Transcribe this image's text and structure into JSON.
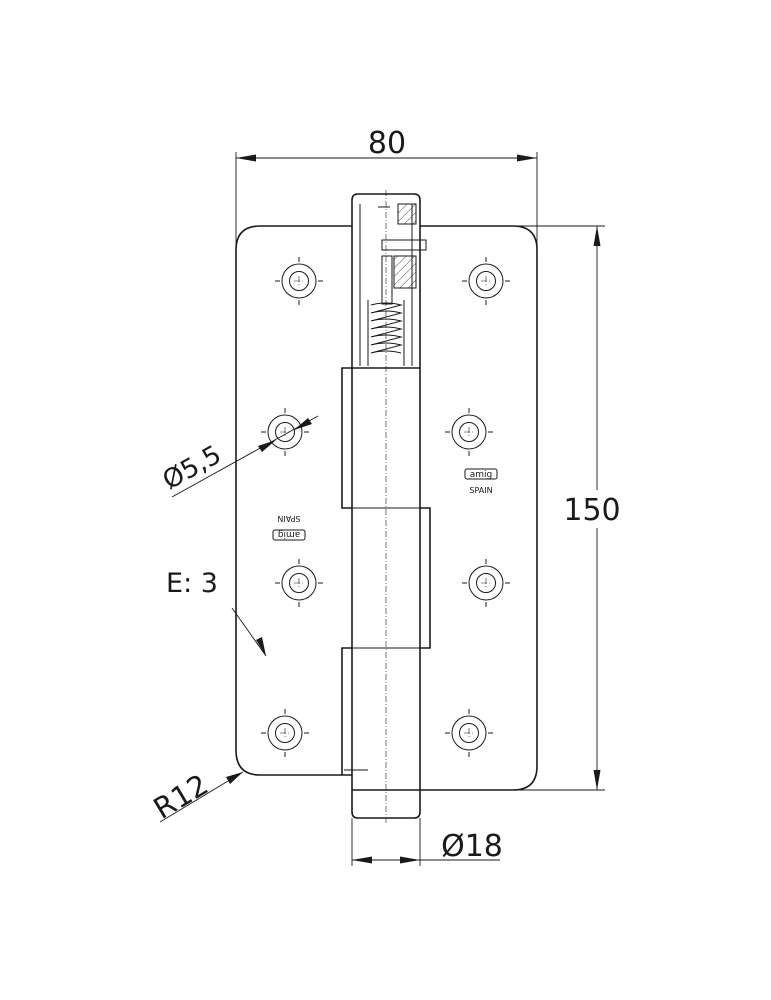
{
  "dimensions": {
    "width_label": "80",
    "height_label": "150",
    "hole_diameter_label": "Ø5,5",
    "pin_diameter_label": "Ø18",
    "thickness_label": "E: 3",
    "radius_label": "R12"
  },
  "logo": {
    "text": "amig",
    "country": "SPAIN"
  },
  "colors": {
    "line": "#1a1a1a",
    "background": "#ffffff"
  }
}
